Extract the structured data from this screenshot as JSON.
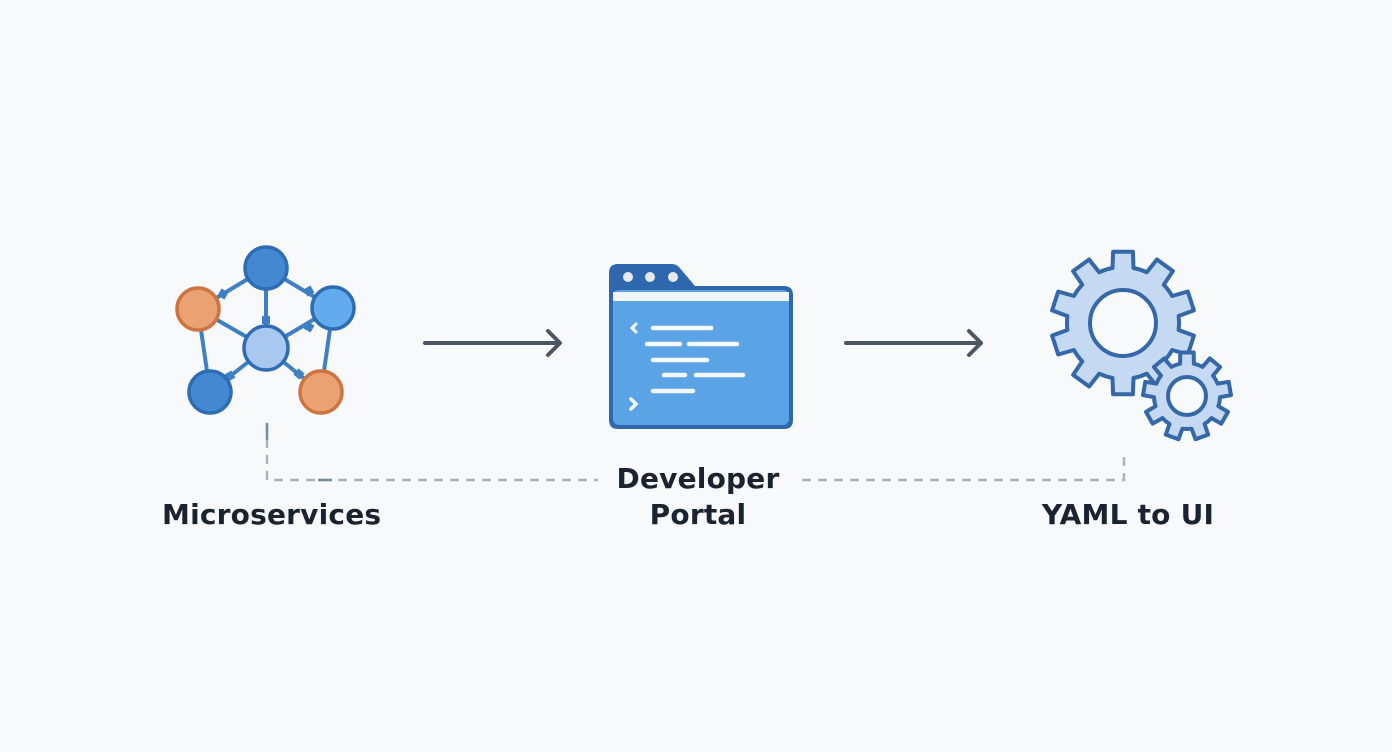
{
  "diagram": {
    "title": "Microservices to Developer Portal to YAML to UI flow",
    "nodes": [
      {
        "id": "microservices",
        "label": "Microservices",
        "icon": "network-graph-icon"
      },
      {
        "id": "portal",
        "label_line1": "Developer",
        "label_line2": "Portal",
        "icon": "code-folder-icon"
      },
      {
        "id": "yaml",
        "label": "YAML to UI",
        "icon": "gears-icon"
      }
    ],
    "edges": [
      {
        "from": "microservices",
        "to": "portal",
        "style": "solid-arrow"
      },
      {
        "from": "portal",
        "to": "yaml",
        "style": "solid-arrow"
      },
      {
        "from": "microservices",
        "to": "yaml",
        "style": "dashed-connector"
      }
    ],
    "colors": {
      "background": "#f7f9fa",
      "text": "#1b2230",
      "arrow": "#4b5563",
      "dashed": "#a9b4bd",
      "blue_dark": "#3f82c8",
      "blue_mid": "#63a8ec",
      "blue_light": "#a9c8f0",
      "blue_stroke": "#2e6db3",
      "orange_fill": "#e9a06e",
      "orange_stroke": "#cf7440",
      "folder_fill": "#5aa3e4",
      "folder_tab": "#3068b0",
      "gear_fill": "#c5d9f3",
      "gear_stroke": "#3568a8"
    }
  }
}
